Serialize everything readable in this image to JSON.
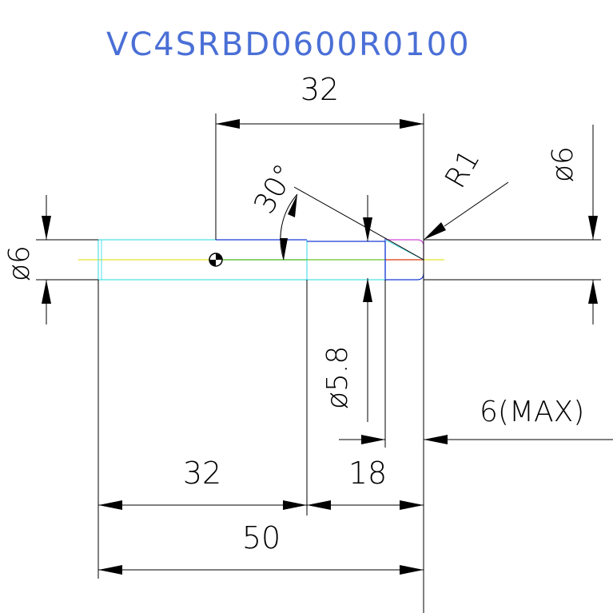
{
  "title": "VC4SRBD0600R0100",
  "colors": {
    "line": "#000000",
    "title": "#4a6fd6",
    "cyan": "#4fe0e8",
    "blue": "#1a3bd6",
    "axis": "#e8e84f",
    "red": "#e04040",
    "magenta": "#d04ad8",
    "green": "#4fbf4f"
  },
  "dimensions": {
    "top_length": "32",
    "angle": "30°",
    "radius": "R1",
    "dia_right": "ø6",
    "dia_left": "ø6",
    "dia_neck": "ø5.8",
    "max_depth": "6(MAX)",
    "shank_length": "32",
    "head_length": "18",
    "overall_length": "50"
  }
}
